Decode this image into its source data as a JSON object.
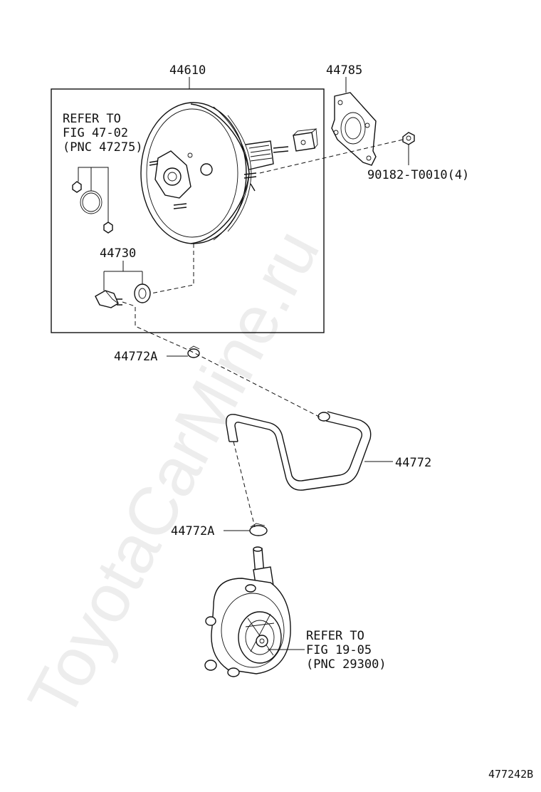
{
  "watermark": "ToyotaCarMine.ru",
  "labels": {
    "brake_booster": "44610",
    "booster_gasket": "44785",
    "nut": "90182-T0010(4)",
    "check_valve": "44730",
    "clamp_upper": "44772A",
    "hose": "44772",
    "clamp_lower": "44772A"
  },
  "refer_booster": {
    "line1": "REFER TO",
    "line2": "FIG 47-02",
    "line3": "(PNC 47275)"
  },
  "refer_pump": {
    "line1": "REFER TO",
    "line2": "FIG 19-05",
    "line3": "(PNC 29300)"
  },
  "figure_id": "477242B"
}
